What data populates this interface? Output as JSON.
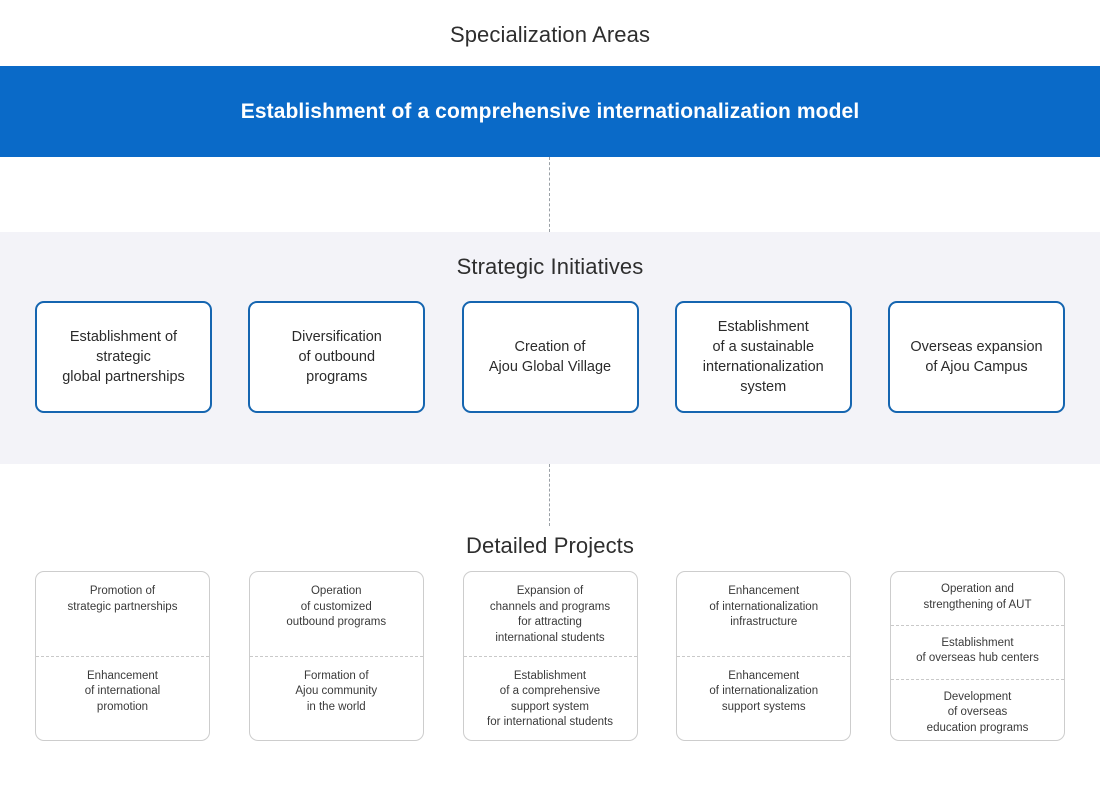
{
  "colors": {
    "banner_blue": "#0a6ac8",
    "panel_gray": "#f3f3f8",
    "initiative_border": "#1565b0",
    "project_border": "#cdcdcd",
    "heading_text": "#2e2e2e"
  },
  "level1": {
    "heading": "Specialization Areas",
    "banner_text": "Establishment of a comprehensive internationalization model"
  },
  "level2": {
    "heading": "Strategic Initiatives",
    "items": [
      {
        "label": "Establishment of\nstrategic\nglobal partnerships"
      },
      {
        "label": "Diversification\nof outbound\nprograms"
      },
      {
        "label": "Creation of\nAjou Global Village"
      },
      {
        "label": "Establishment\nof a sustainable\ninternationalization\nsystem"
      },
      {
        "label": "Overseas expansion\nof Ajou Campus"
      }
    ]
  },
  "level3": {
    "heading": "Detailed Projects",
    "groups": [
      {
        "items": [
          "Promotion of\nstrategic partnerships",
          "Enhancement\nof international\npromotion"
        ]
      },
      {
        "items": [
          "Operation\nof customized\noutbound programs",
          "Formation of\nAjou community\nin the world"
        ]
      },
      {
        "items": [
          "Expansion of\nchannels and programs\nfor attracting\ninternational students",
          "Establishment\nof a comprehensive\nsupport system\nfor international students"
        ]
      },
      {
        "items": [
          "Enhancement\nof internationalization\ninfrastructure",
          "Enhancement\nof internationalization\nsupport systems"
        ]
      },
      {
        "items": [
          "Operation and\nstrengthening of AUT",
          "Establishment\nof overseas hub centers",
          "Development\nof overseas\neducation programs"
        ]
      }
    ]
  }
}
